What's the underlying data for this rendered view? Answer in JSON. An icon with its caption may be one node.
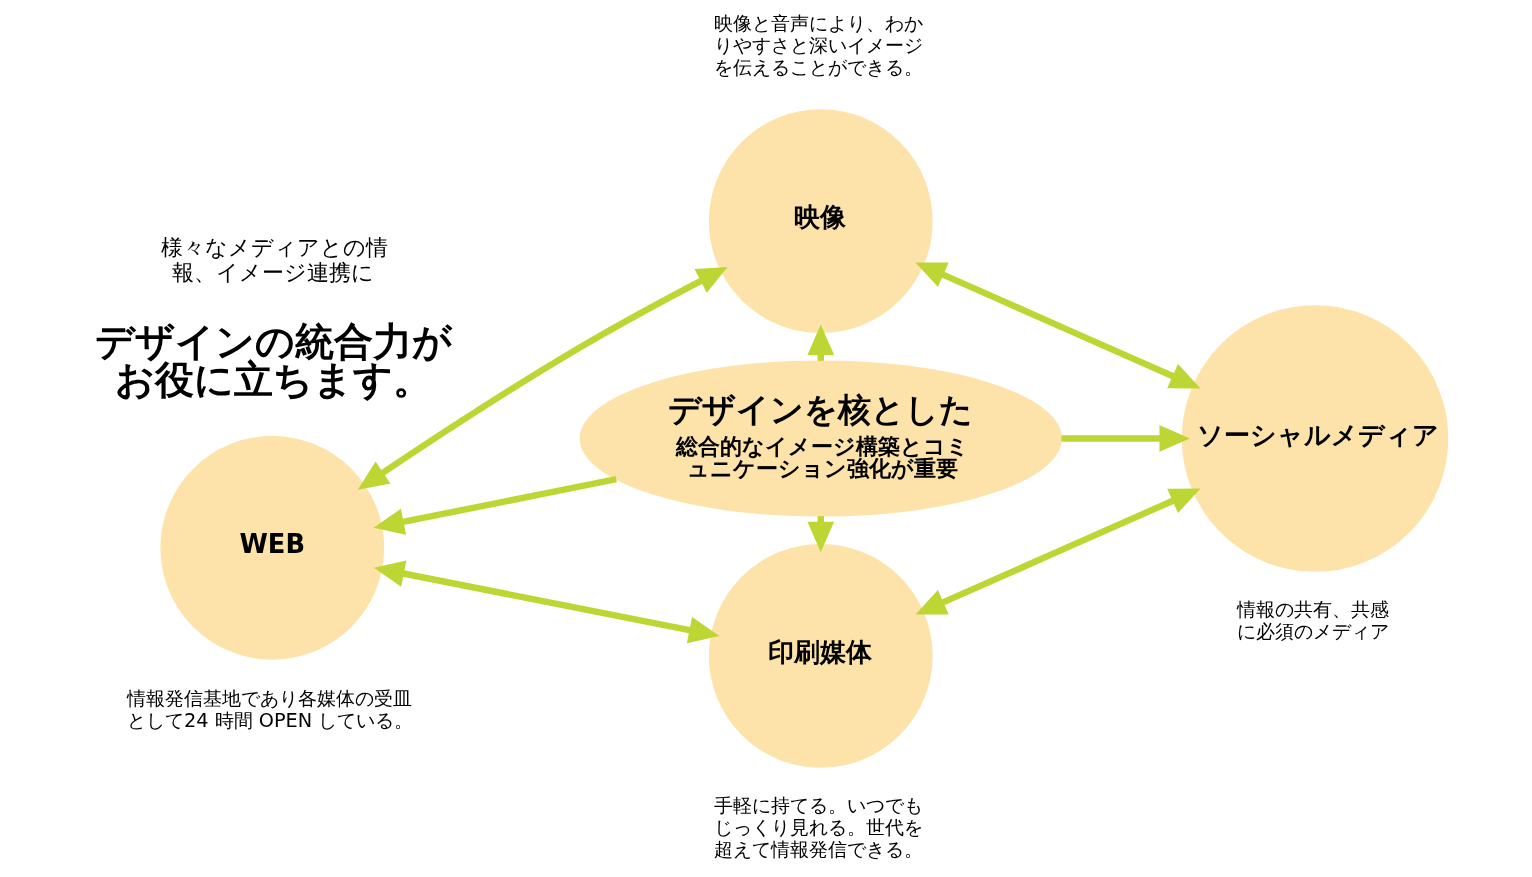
{
  "diagram": {
    "nodes": [
      {
        "text": [
          "映像"
        ],
        "beside": [
          "映像と音声により、わかりやすさと深いイメージを伝えることができる。"
        ]
      },
      {
        "text": [
          "WEB"
        ],
        "beside": [
          "情報発信基地であり各媒体の受皿として24 時間 OPEN している。"
        ]
      },
      {
        "text": [
          "デザインを核とした",
          "総合的なイメージ構築とコミュニケーション強化が重要"
        ]
      },
      {
        "text": [
          "ソーシャルメディア"
        ],
        "beside": [
          "情報の共有、共感に必須のメディア"
        ]
      },
      {
        "text": [
          "印刷媒体"
        ],
        "beside": [
          "手軽に持てる。いつでもじっくり見れる。世代を超えて情報発信できる。"
        ]
      }
    ],
    "edges": [
      {
        "from": 1,
        "to": 0,
        "arrow": "both"
      },
      {
        "from": 0,
        "to": 3,
        "arrow": "both"
      },
      {
        "from": 2,
        "to": 0,
        "arrow": "to"
      },
      {
        "from": 2,
        "to": 1,
        "arrow": "to"
      },
      {
        "from": 2,
        "to": 3,
        "arrow": "to"
      },
      {
        "from": 2,
        "to": 4,
        "arrow": "to"
      },
      {
        "from": 1,
        "to": 4,
        "arrow": "both"
      },
      {
        "from": 4,
        "to": 3,
        "arrow": "both"
      }
    ],
    "labels": [
      "様々なメディアとの情報、イメージ連携に",
      "デザインの統合力がお役に立ちます。"
    ]
  }
}
